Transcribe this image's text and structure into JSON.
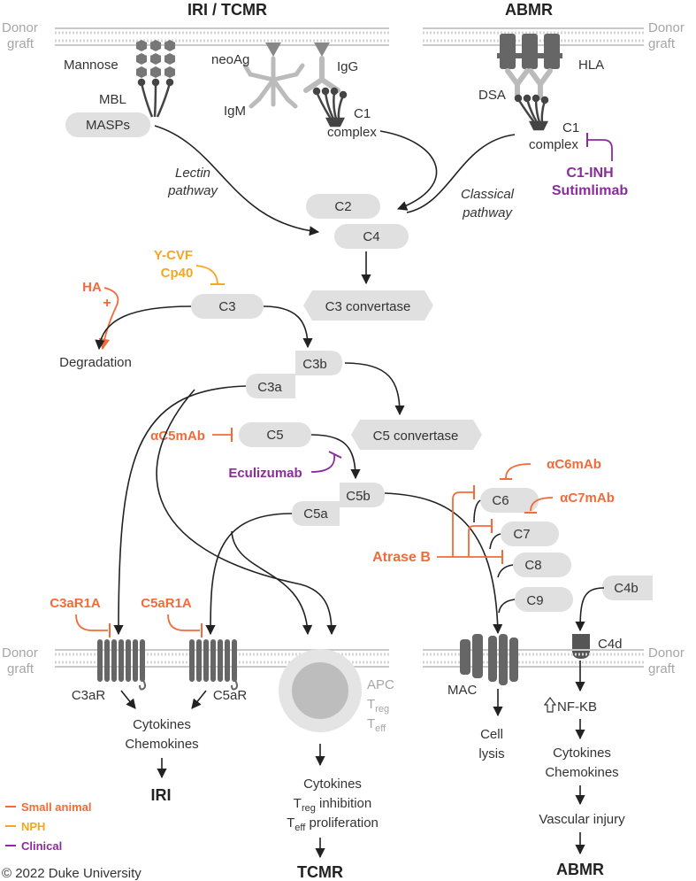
{
  "headers": {
    "left": "IRI / TCMR",
    "right": "ABMR"
  },
  "membrane_label": [
    "Donor",
    "graft"
  ],
  "top": {
    "mannose": "Mannose",
    "mbl": "MBL",
    "masps": "MASPs",
    "neoag": "neoAg",
    "igm": "IgM",
    "igg": "IgG",
    "c1_complex": [
      "C1",
      "complex"
    ],
    "hla": "HLA",
    "dsa": "DSA",
    "c1_complex_right": [
      "C1",
      "complex"
    ],
    "lectin": [
      "Lectin",
      "pathway"
    ],
    "classical": [
      "Classical",
      "pathway"
    ]
  },
  "inhibitors": {
    "c1": [
      "C1-INH",
      "Sutimlimab"
    ],
    "c3": [
      "Y-CVF",
      "Cp40"
    ],
    "ha": "HA",
    "plus": "+",
    "c5mab": "αC5mAb",
    "eculizumab": "Eculizumab",
    "c6mab": "αC6mAb",
    "c7mab": "αC7mAb",
    "atrase": "Atrase B",
    "c3ar1a": "C3aR1A",
    "c5ar1a": "C5aR1A"
  },
  "nodes": {
    "c2": "C2",
    "c4": "C4",
    "c3": "C3",
    "c3_convertase": "C3 convertase",
    "degradation": "Degradation",
    "c3b": "C3b",
    "c3a": "C3a",
    "c5": "C5",
    "c5_convertase": "C5 convertase",
    "c5b": "C5b",
    "c5a": "C5a",
    "c6": "C6",
    "c7": "C7",
    "c8": "C8",
    "c9": "C9",
    "c4b": "C4b",
    "c4d": "C4d"
  },
  "bottom": {
    "c3ar": "C3aR",
    "c5ar": "C5aR",
    "cytokines_left": [
      "Cytokines",
      "Chemokines"
    ],
    "iri": "IRI",
    "apc": "APC",
    "treg": {
      "main": "T",
      "sub": "reg"
    },
    "teff": {
      "main": "T",
      "sub": "eff"
    },
    "tcmr_lines": [
      "Cytokines"
    ],
    "treg_inhibition": {
      "main": "T",
      "sub": "reg",
      "rest": " inhibition"
    },
    "teff_proliferation": {
      "main": "T",
      "sub": "eff",
      "rest": " proliferation"
    },
    "tcmr": "TCMR",
    "mac": "MAC",
    "cell_lysis": [
      "Cell",
      "lysis"
    ],
    "nfkb": "NF-KB",
    "cytokines_right": [
      "Cytokines",
      "Chemokines"
    ],
    "vascular_injury": "Vascular injury",
    "abmr": "ABMR"
  },
  "legend": {
    "small_animal": "Small animal",
    "nph": "NPH",
    "clinical": "Clinical"
  },
  "colors": {
    "small_animal": "#f26b3a",
    "nph": "#f5a623",
    "clinical": "#8c2b9e",
    "node_fill": "#e0e0e0",
    "arrow": "#222222"
  },
  "copyright": "© 2022 Duke University"
}
